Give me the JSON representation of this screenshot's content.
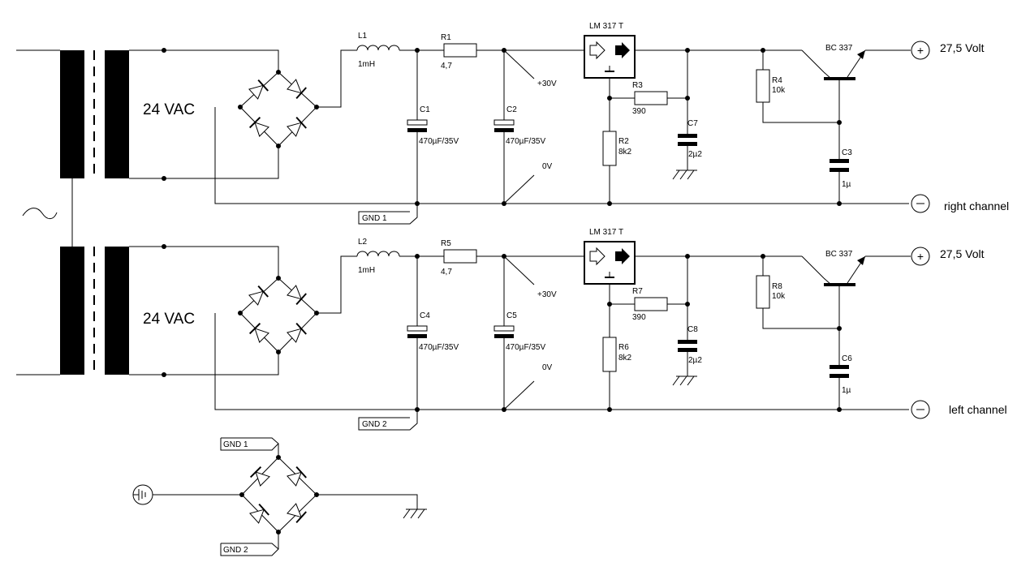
{
  "transformer": {
    "symbol": "~",
    "voltage_label": "24 VAC"
  },
  "channels": [
    {
      "inductor": {
        "ref": "L1",
        "value": "1mH"
      },
      "r_series": {
        "ref": "R1",
        "value": "4,7"
      },
      "c_a": {
        "ref": "C1",
        "value": "470µF/35V"
      },
      "c_b": {
        "ref": "C2",
        "value": "470µF/35V"
      },
      "v_plus": "+30V",
      "v_zero": "0V",
      "gnd": "GND 1",
      "regulator": "LM 317 T",
      "r_adj": {
        "ref": "R3",
        "value": "390"
      },
      "r_set": {
        "ref": "R2",
        "value": "8k2"
      },
      "c_reg": {
        "ref": "C7",
        "value": "2µ2"
      },
      "r_bias": {
        "ref": "R4",
        "value": "10k"
      },
      "transistor": "BC 337",
      "c_out": {
        "ref": "C3",
        "value": "1µ"
      },
      "output_voltage": "27,5 Volt",
      "channel_name": "right channel"
    },
    {
      "inductor": {
        "ref": "L2",
        "value": "1mH"
      },
      "r_series": {
        "ref": "R5",
        "value": "4,7"
      },
      "c_a": {
        "ref": "C4",
        "value": "470µF/35V"
      },
      "c_b": {
        "ref": "C5",
        "value": "470µF/35V"
      },
      "v_plus": "+30V",
      "v_zero": "0V",
      "gnd": "GND 2",
      "regulator": "LM 317 T",
      "r_adj": {
        "ref": "R7",
        "value": "390"
      },
      "r_set": {
        "ref": "R6",
        "value": "8k2"
      },
      "c_reg": {
        "ref": "C8",
        "value": "2µ2"
      },
      "r_bias": {
        "ref": "R8",
        "value": "10k"
      },
      "transistor": "BC 337",
      "c_out": {
        "ref": "C6",
        "value": "1µ"
      },
      "output_voltage": "27,5 Volt",
      "channel_name": "left channel"
    }
  ],
  "ground_bridge": {
    "gnd_top": "GND 1",
    "gnd_bottom": "GND 2"
  },
  "terminals": {
    "plus": "+",
    "minus": "−"
  }
}
